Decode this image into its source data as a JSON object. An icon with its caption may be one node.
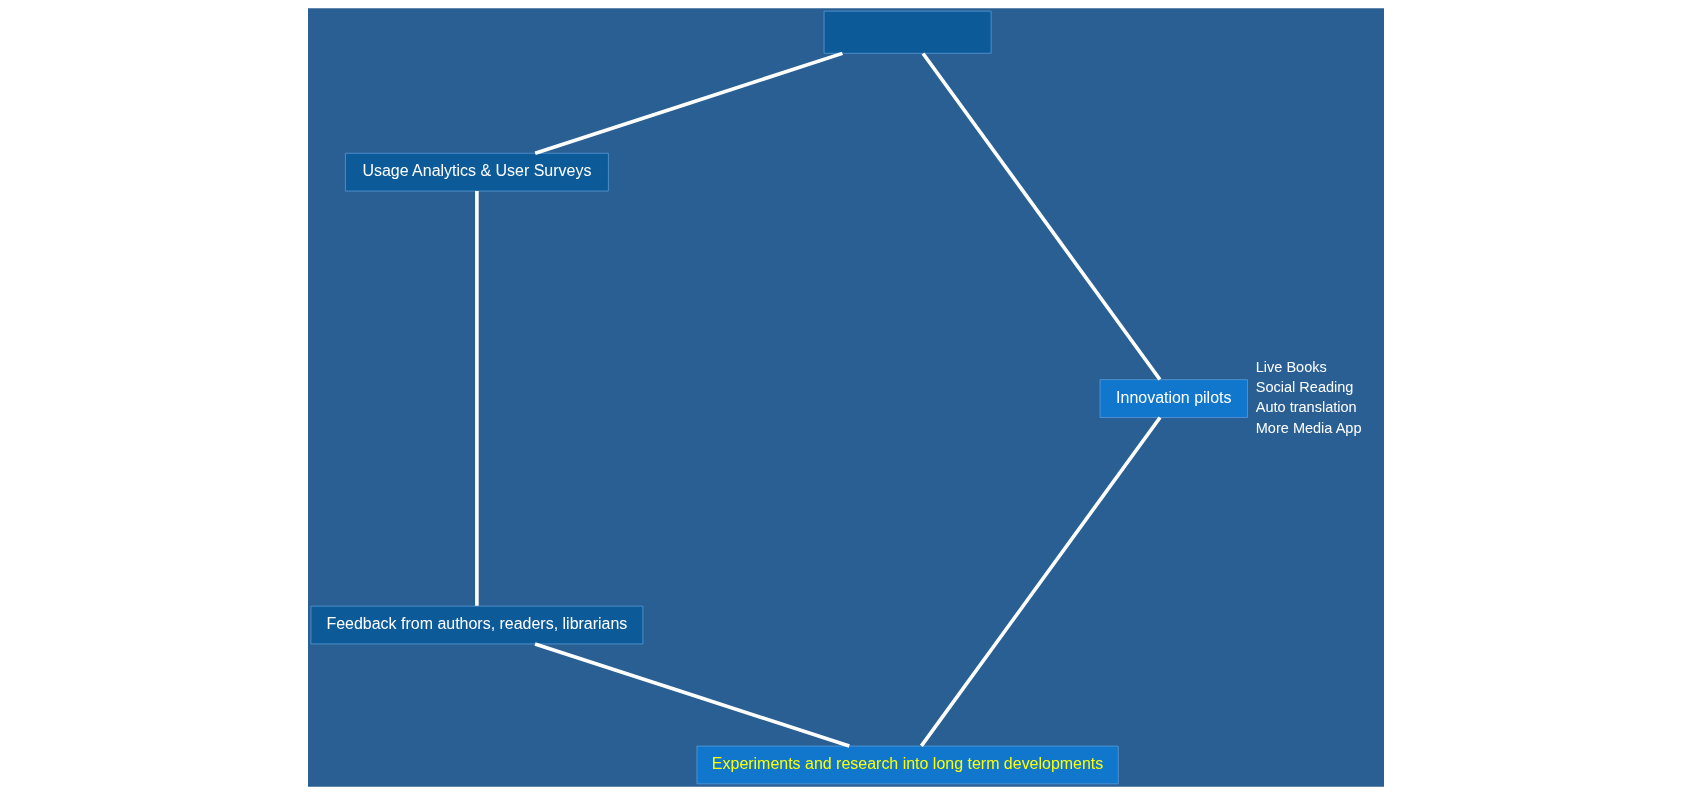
{
  "diagram": {
    "nodes": [
      {
        "text": [
          "Usage Analytics & User Surveys"
        ]
      },
      {
        "text": [],
        "shape": "box"
      },
      {
        "text": [
          "Innovation pilots"
        ]
      },
      {
        "text": [
          "Experiments and research into long term developments"
        ]
      },
      {
        "text": [
          "Feedback from authors, readers, librarians"
        ]
      }
    ],
    "edges": [
      {
        "from": 0,
        "to": 1,
        "arrow": "none"
      },
      {
        "from": 1,
        "to": 2,
        "arrow": "none"
      },
      {
        "from": 2,
        "to": 3,
        "arrow": "none"
      },
      {
        "from": 3,
        "to": 4,
        "arrow": "none"
      },
      {
        "from": 4,
        "to": 0,
        "arrow": "none"
      }
    ],
    "labels": [
      "Live Books",
      "Social Reading",
      "Auto translation",
      "More Media App"
    ]
  }
}
